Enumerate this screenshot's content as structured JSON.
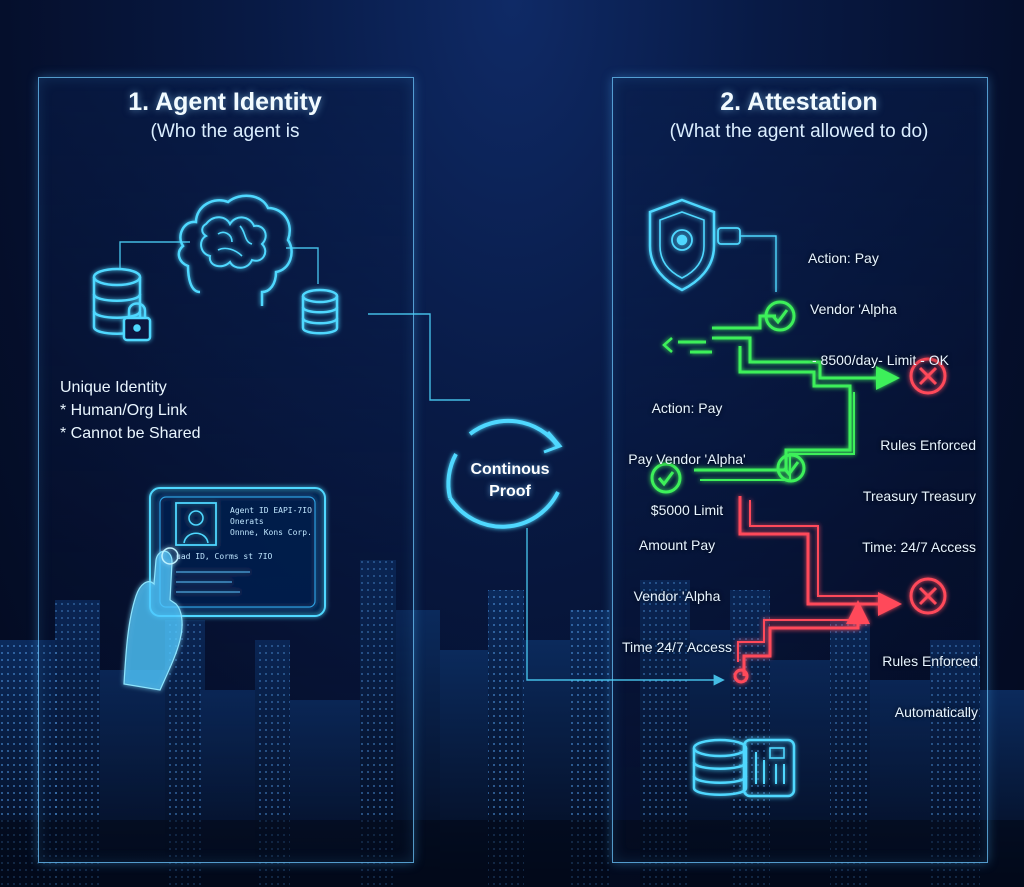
{
  "left_panel": {
    "title": "1. Agent Identity",
    "subtitle": "(Who the agent is",
    "identity_heading": "Unique Identity",
    "identity_points": [
      "* Human/Org Link",
      "* Cannot be Shared"
    ],
    "card": {
      "line1": "Agent ID EAPI-7IO",
      "line2": "Onerats",
      "line3": "Onnne, Kons Corp.",
      "line4": "uad ID, Corms st 7IO"
    }
  },
  "center": {
    "cycle_label_line1": "Continous",
    "cycle_label_line2": "Proof"
  },
  "right_panel": {
    "title": "2. Attestation",
    "subtitle": "(What the agent allowed to do)",
    "top_action": [
      "Action: Pay",
      "Vendor 'Alpha",
      "- 8500/day- Limit - OK"
    ],
    "mid_action": [
      "Action: Pay",
      "Pay Vendor 'Alpha'",
      "$5000 Limit"
    ],
    "rules_enforced_1": [
      "Rules Enforced",
      "Treasury Treasury",
      "Time: 24/7 Access"
    ],
    "amount_block": [
      "Amount Pay",
      "Vendor 'Alpha",
      "Time 24/7 Access"
    ],
    "rules_enforced_2": [
      "Rules Enforced",
      "Automatically"
    ]
  },
  "colors": {
    "accent_cyan": "#4fd8ff",
    "allowed_green": "#3ef05a",
    "denied_red": "#ff4a5a",
    "panel_border": "#6ec8ff"
  }
}
